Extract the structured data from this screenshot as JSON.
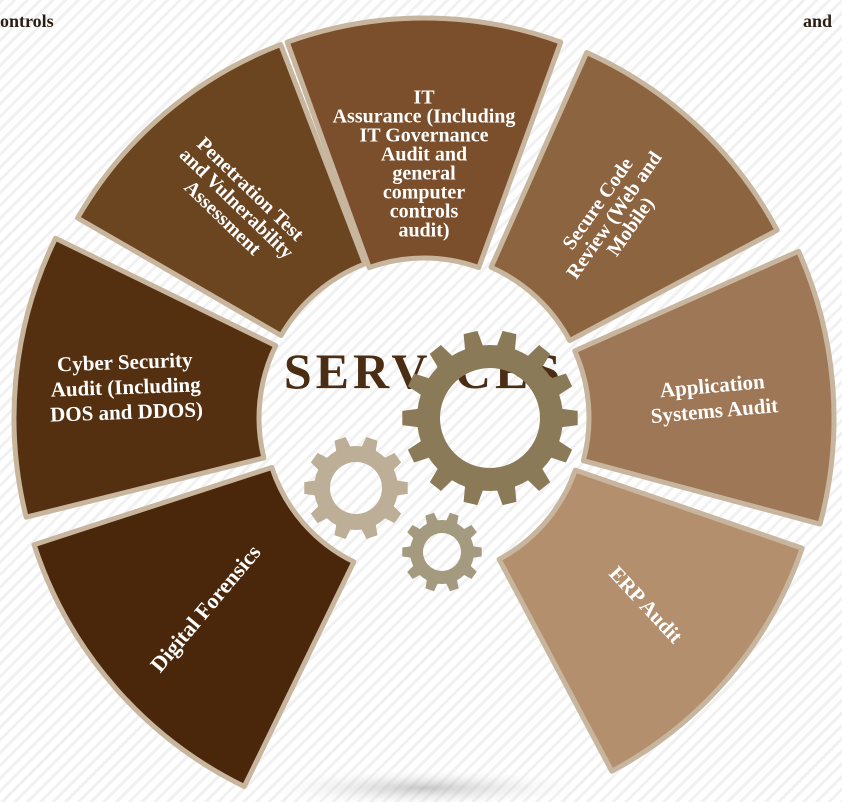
{
  "corner_left_text": "ontrols",
  "corner_right_text": "and",
  "center_title": "SERVICES",
  "segments": [
    {
      "id": "it-assurance",
      "label": "IT\nAssurance (Including\nIT Governance\nAudit and\ngeneral\ncomputer\ncontrols\naudit)",
      "color": "#7b4f2c"
    },
    {
      "id": "secure-code-review",
      "label": "Secure Code\nReview (Web and\nMobile)",
      "color": "#8d6440"
    },
    {
      "id": "application-systems-audit",
      "label": "Application\nSystems Audit",
      "color": "#9e7756"
    },
    {
      "id": "erp-audit",
      "label": "ERP Audit",
      "color": "#b38f6e"
    },
    {
      "id": "digital-forensics",
      "label": "Digital Forensics",
      "color": "#4a270b"
    },
    {
      "id": "cyber-security-audit",
      "label": "Cyber Security\nAudit (Including\nDOS and DDOS)",
      "color": "#553010"
    },
    {
      "id": "penetration-test",
      "label": "Penetration Test\nand Vulnerability\nAssessment",
      "color": "#6b4420"
    }
  ],
  "gear_colors": {
    "large": "#8a7a58",
    "medium": "#bdae98",
    "small": "#a49a80"
  },
  "colors": {
    "text_dark": "#4a2d12",
    "outline": "#c7b59e",
    "label_text": "#ffffff"
  }
}
